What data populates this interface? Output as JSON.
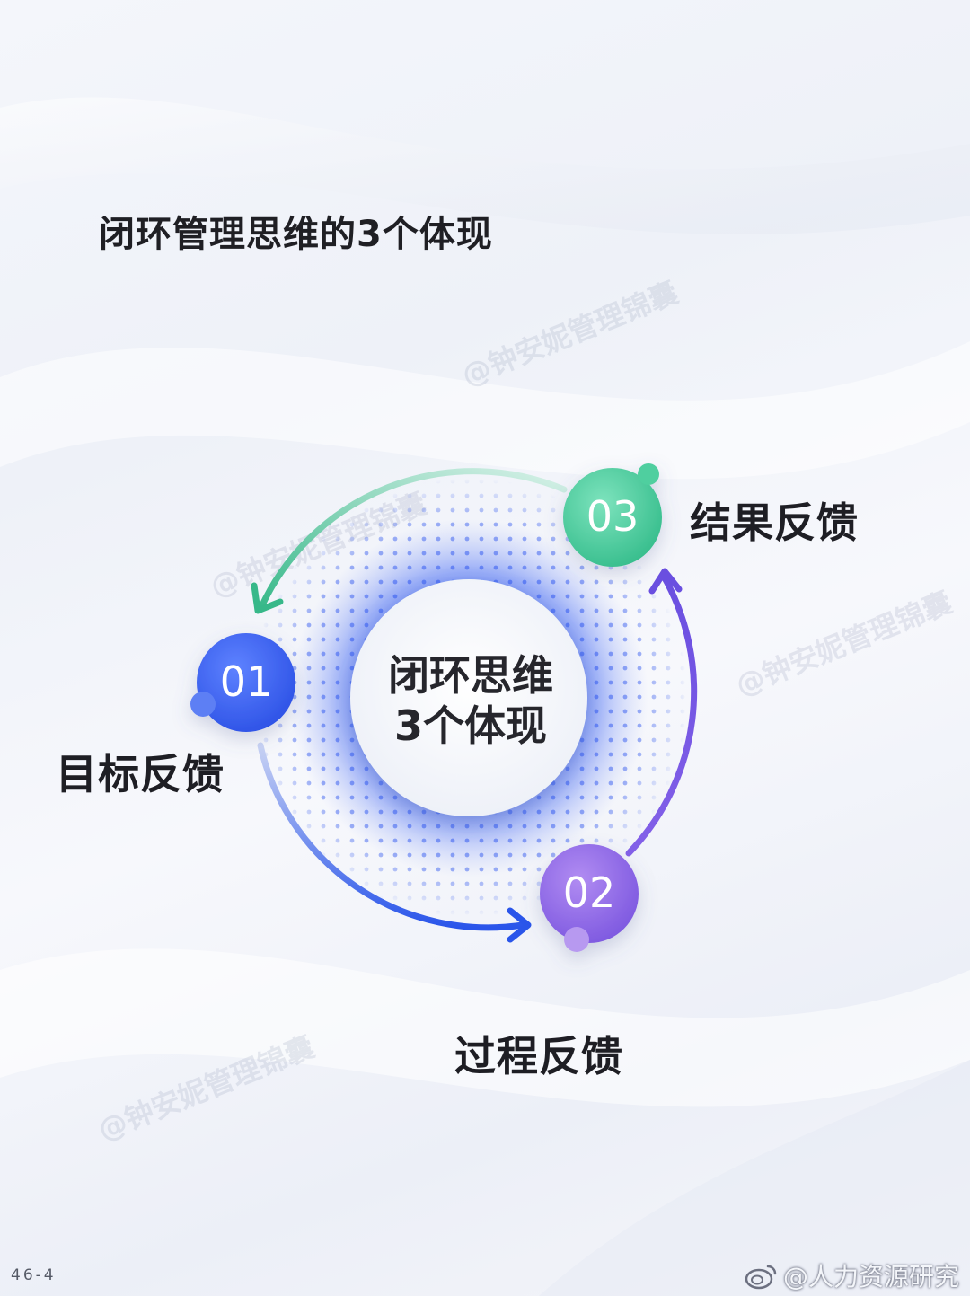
{
  "title": "闭环管理思维的3个体现",
  "center": {
    "line1": "闭环思维",
    "line2": "3个体现"
  },
  "nodes": [
    {
      "number": "01",
      "label": "目标反馈",
      "color": "#3d63ef"
    },
    {
      "number": "02",
      "label": "过程反馈",
      "color": "#8f63e6"
    },
    {
      "number": "03",
      "label": "结果反馈",
      "color": "#3fc79b"
    }
  ],
  "watermark_text": "@钟安妮管理锦囊",
  "footer": {
    "page_code": "46-4",
    "account": "@人力资源研究"
  },
  "icons": [
    "weibo-icon",
    "arrow-icon"
  ]
}
